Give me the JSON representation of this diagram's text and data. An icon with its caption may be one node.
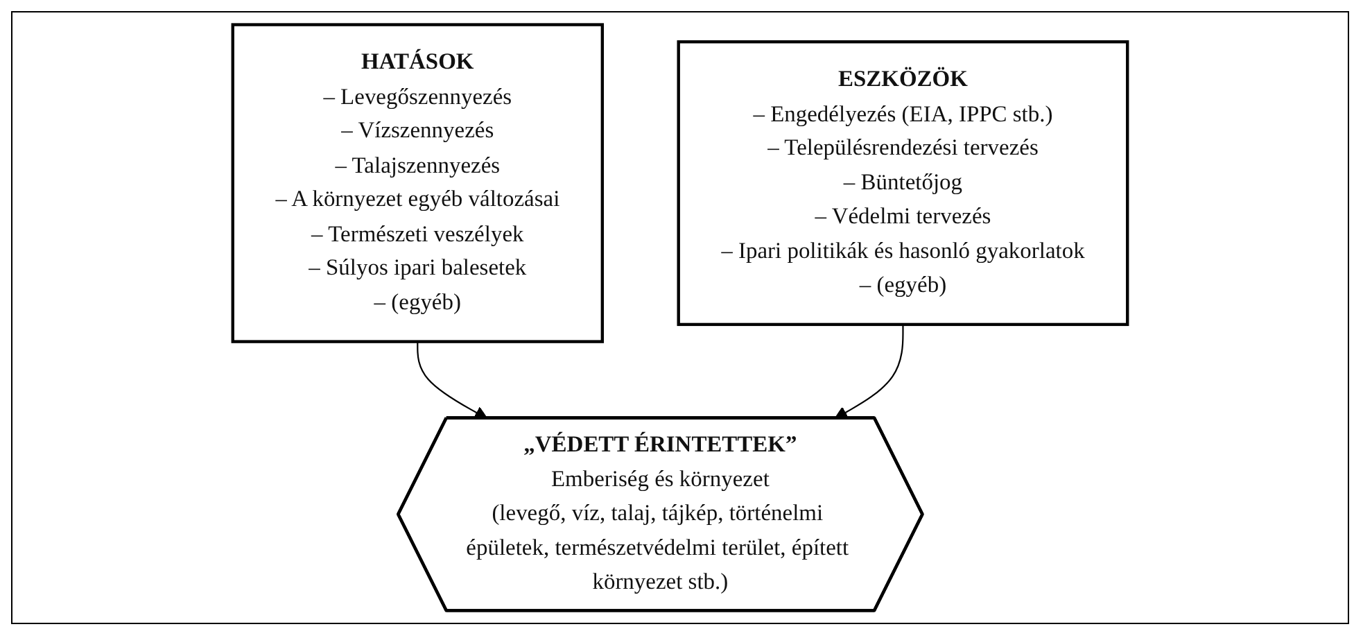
{
  "diagram": {
    "nodes": [
      {
        "text": [
          "HATÁSOK",
          "– Levegőszennyezés",
          "– Vízszennyezés",
          "– Talajszennyezés",
          "– A környezet egyéb változásai",
          "– Természeti veszélyek",
          "– Súlyos ipari balesetek",
          "– (egyéb)"
        ]
      },
      {
        "text": [
          "„VÉDETT ÉRINTETTEK”",
          "Emberiség és környezet",
          "(levegő, víz, talaj, tájkép, történelmi épületek, természetvédelmi terület, épített környezet stb.)"
        ]
      },
      {
        "text": [
          "ESZKÖZÖK",
          "– Engedélyezés (EIA, IPPC stb.)",
          "– Településrendezési tervezés",
          "– Büntetőjog",
          "– Védelmi tervezés",
          "– Ipari politikák és hasonló gyakorlatok",
          "– (egyéb)"
        ]
      }
    ],
    "edges": [
      {
        "from": 0,
        "to": 1,
        "arrow": "to"
      },
      {
        "from": 2,
        "to": 1,
        "arrow": "to"
      }
    ]
  }
}
